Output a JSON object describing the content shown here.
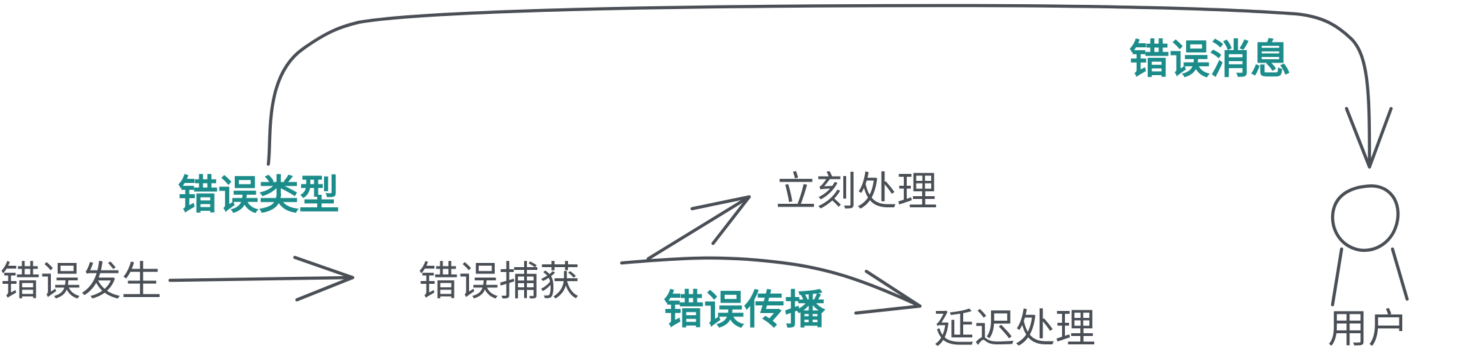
{
  "nodes": {
    "error_occurred": "错误发生",
    "error_caught": "错误捕获",
    "handle_now": "立刻处理",
    "handle_later": "延迟处理",
    "user": "用户"
  },
  "edge_labels": {
    "error_type": "错误类型",
    "error_propagation": "错误传播",
    "error_message": "错误消息"
  },
  "colors": {
    "stroke": "#4a4f56",
    "label": "#1b8c8a",
    "background": "#ffffff"
  }
}
